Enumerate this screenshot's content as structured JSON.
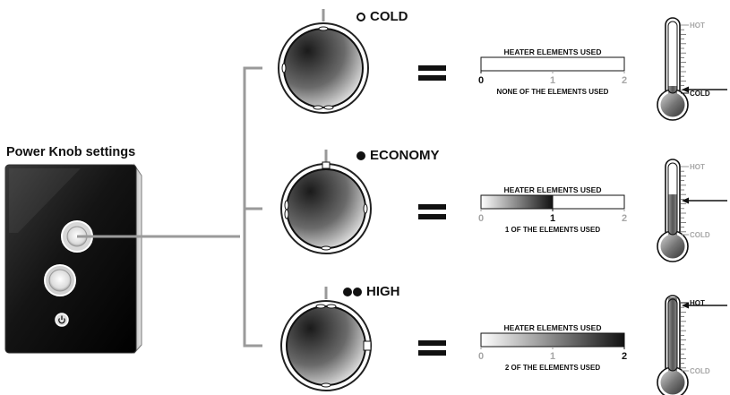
{
  "title": "Power Knob settings",
  "settings": [
    {
      "label": "COLD",
      "indicator": "open-dot",
      "bar_title": "HEATER ELEMENTS USED",
      "ticks": [
        "0",
        "1",
        "2"
      ],
      "active_tick": 0,
      "elements_used": 0,
      "elements_total": 2,
      "caption": "NONE OF THE ELEMENTS USED",
      "thermo_hot": "HOT",
      "thermo_cold": "COLD",
      "thermo_active": "cold",
      "thermo_level": 0.0
    },
    {
      "label": "ECONOMY",
      "indicator": "one-dot",
      "bar_title": "HEATER ELEMENTS USED",
      "ticks": [
        "0",
        "1",
        "2"
      ],
      "active_tick": 1,
      "elements_used": 1,
      "elements_total": 2,
      "caption": "1 OF THE ELEMENTS USED",
      "thermo_hot": "HOT",
      "thermo_cold": "COLD",
      "thermo_active": "middle",
      "thermo_level": 0.5
    },
    {
      "label": "HIGH",
      "indicator": "two-dots",
      "bar_title": "HEATER ELEMENTS USED",
      "ticks": [
        "0",
        "1",
        "2"
      ],
      "active_tick": 2,
      "elements_used": 2,
      "elements_total": 2,
      "caption": "2 OF THE ELEMENTS USED",
      "thermo_hot": "HOT",
      "thermo_cold": "COLD",
      "thermo_active": "hot",
      "thermo_level": 1.0
    }
  ]
}
